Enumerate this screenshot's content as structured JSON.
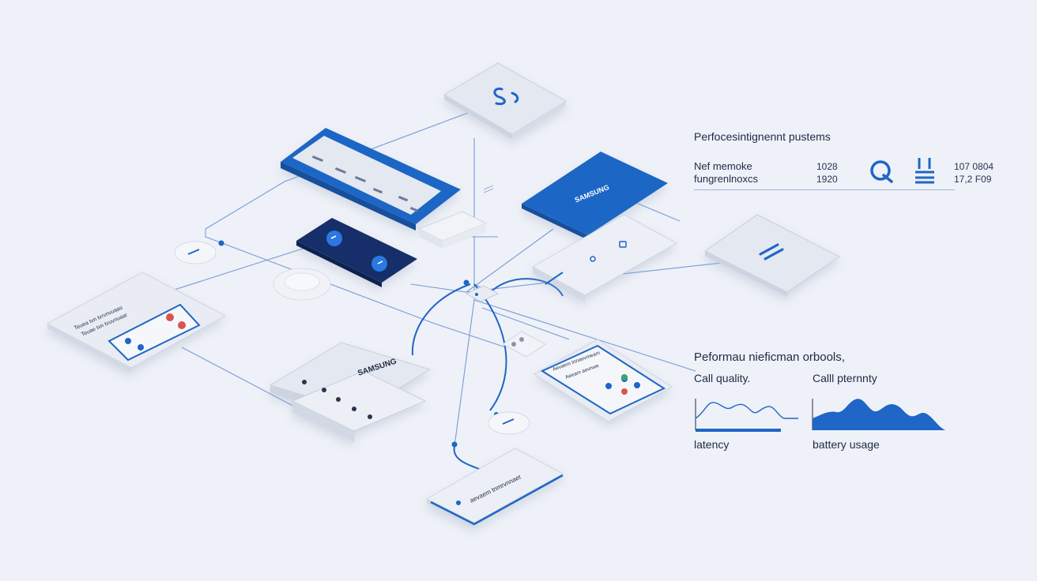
{
  "colors": {
    "background": "#eef1f7",
    "card": "#e4e8f1",
    "card_edge": "#c8cfdd",
    "accent": "#1f66c6",
    "accent_dark": "#152f6b",
    "line": "#2a6ad0",
    "red": "#d9534f",
    "green": "#3aa56b"
  },
  "cards": {
    "samsung_banner_label": "SAMSUNG",
    "samsung_tray_label": "SAMSUNG",
    "left_card_line1": "Teuea tvn tvrvnvuaas",
    "left_card_line2": "Teuae tvn tvuvnuaar",
    "bottom_card_label": "aevaem tnmrvnnaet",
    "bottom_right_card_line1": "Aevaem tnnaevmeam",
    "bottom_right_card_line2": "Aeeam aevnwe"
  },
  "top_panel": {
    "title": "Perfocesintignennt pustems",
    "rows": [
      {
        "label": "Nef memoke",
        "value": "1028",
        "extra": "107 0804"
      },
      {
        "label": "fungrenlnoxcs",
        "value": "1920",
        "extra": "17,2 F09"
      }
    ]
  },
  "bottom_panel": {
    "title": "Peformau nieficman orbools,",
    "left_chart_title": "Call quality.",
    "right_chart_title": "Calll pternnty",
    "left_chart_caption": "latency",
    "right_chart_caption": "battery usage"
  }
}
